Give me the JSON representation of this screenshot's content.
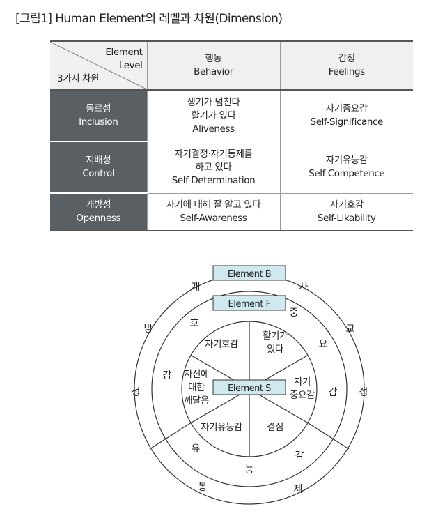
{
  "caption": {
    "prefix": "[그림1]",
    "title": "Human Element의 레벨과 차원(Dimension)"
  },
  "table": {
    "corner_top": [
      "Element",
      "Level"
    ],
    "corner_bottom": "3가지 차원",
    "columns": [
      {
        "ko": "행동",
        "en": "Behavior"
      },
      {
        "ko": "감정",
        "en": "Feelings"
      }
    ],
    "rows": [
      {
        "ko": "동료성",
        "en": "Inclusion",
        "behavior": [
          "생기가 넘친다",
          "활기가 있다",
          "Aliveness"
        ],
        "feelings": [
          "자기중요감",
          "Self-Significance"
        ]
      },
      {
        "ko": "지배성",
        "en": "Control",
        "behavior": [
          "자기결정·자기통제를",
          "하고 있다",
          "Self-Determination"
        ],
        "feelings": [
          "자기유능감",
          "Self-Competence"
        ]
      },
      {
        "ko": "개방성",
        "en": "Openness",
        "behavior": [
          "자기에 대해 잘 알고 있다",
          "Self-Awareness"
        ],
        "feelings": [
          "자기호감",
          "Self-Likability"
        ]
      }
    ]
  },
  "diagram": {
    "labels": {
      "element_b": "Element B",
      "element_f": "Element F",
      "element_s": "Element S"
    },
    "outer_ring": [
      "개",
      "사",
      "방",
      "교",
      "성",
      "성",
      "통",
      "제"
    ],
    "middle_ring": [
      "호",
      "중",
      "감",
      "요",
      "유",
      "감",
      "능",
      "감"
    ],
    "inner": {
      "top_left": "자기호감",
      "top_right": [
        "활기가",
        "있다"
      ],
      "left": [
        "자신에",
        "대한",
        "깨달음"
      ],
      "right": [
        "자기",
        "중요감"
      ],
      "bottom_left": "자기유능감",
      "bottom_right": "결심"
    }
  }
}
